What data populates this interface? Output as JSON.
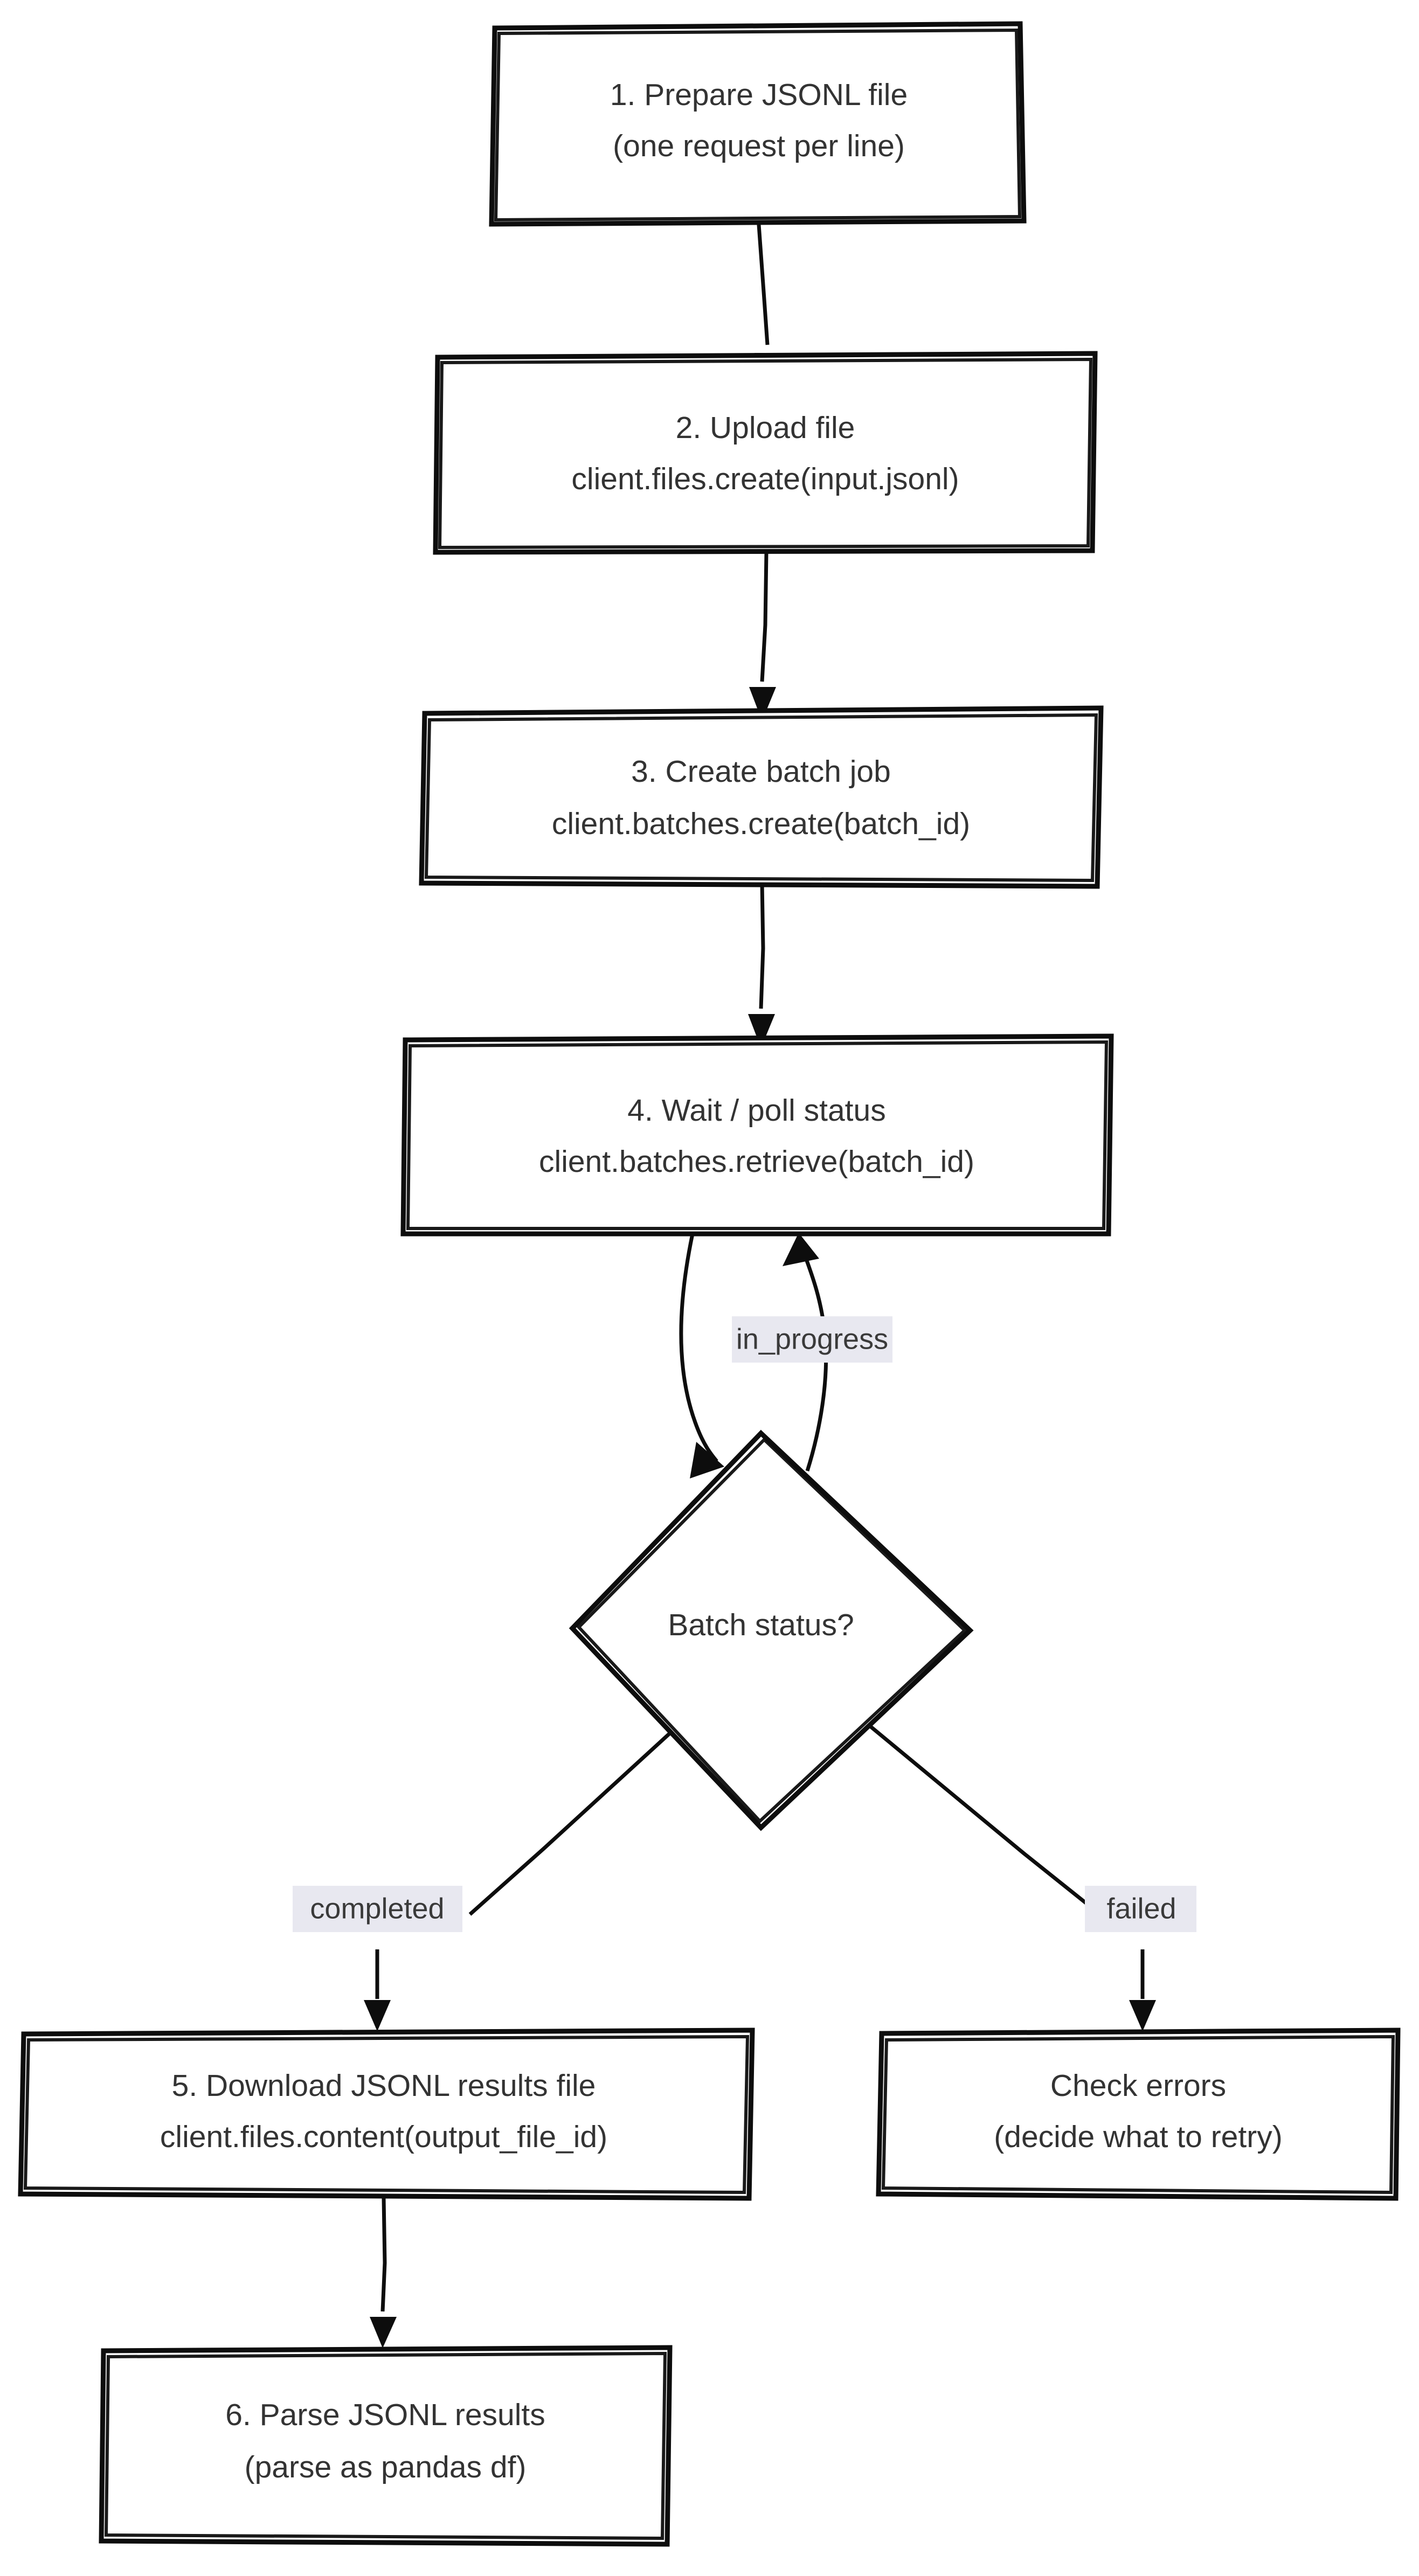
{
  "diagram": {
    "type": "flowchart",
    "orientation": "top-to-bottom",
    "background_color": "#ffffff",
    "node_fill": "#ffffff",
    "node_stroke": "#0d0d0d",
    "text_color": "#333333",
    "edge_label_background": "#e8e8f0",
    "edge_label_text_color": "#3a3a3a",
    "style": "hand-drawn sketch"
  },
  "nodes": {
    "step1": {
      "shape": "rectangle",
      "line1": "1. Prepare JSONL file",
      "line2": "(one request per line)"
    },
    "step2": {
      "shape": "rectangle",
      "line1": "2. Upload file",
      "line2": "client.files.create(input.jsonl)"
    },
    "step3": {
      "shape": "rectangle",
      "line1": "3. Create batch job",
      "line2": "client.batches.create(batch_id)"
    },
    "step4": {
      "shape": "rectangle",
      "line1": "4. Wait / poll status",
      "line2": "client.batches.retrieve(batch_id)"
    },
    "decision": {
      "shape": "diamond",
      "line1": "Batch status?"
    },
    "step5": {
      "shape": "rectangle",
      "line1": "5. Download JSONL results file",
      "line2": "client.files.content(output_file_id)"
    },
    "check_errors": {
      "shape": "rectangle",
      "line1": "Check errors",
      "line2": "(decide what to retry)"
    },
    "step6": {
      "shape": "rectangle",
      "line1": "6. Parse JSONL results",
      "line2": "(parse as pandas df)"
    }
  },
  "edges": {
    "e1": {
      "from": "step1",
      "to": "step2",
      "label": ""
    },
    "e2": {
      "from": "step2",
      "to": "step3",
      "label": ""
    },
    "e3": {
      "from": "step3",
      "to": "step4",
      "label": ""
    },
    "e4": {
      "from": "step4",
      "to": "decision",
      "label": ""
    },
    "e5": {
      "from": "decision",
      "to": "step4",
      "label": "in_progress"
    },
    "e6": {
      "from": "decision",
      "to": "step5",
      "label": "completed"
    },
    "e7": {
      "from": "decision",
      "to": "check_errors",
      "label": "failed"
    },
    "e8": {
      "from": "step5",
      "to": "step6",
      "label": ""
    }
  }
}
